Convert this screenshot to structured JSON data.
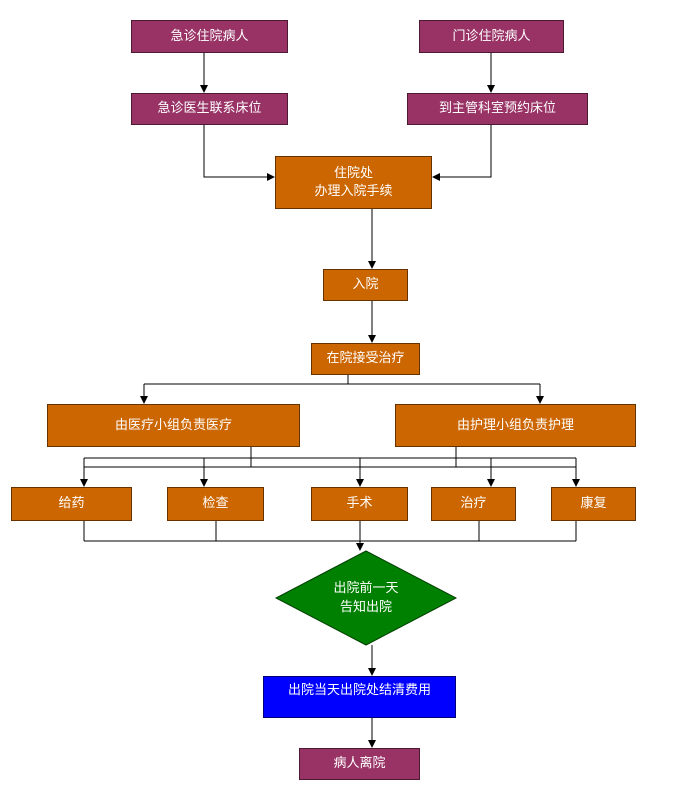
{
  "nodes": {
    "er_patient": "急诊住院病人",
    "op_patient": "门诊住院病人",
    "er_doctor_bed": "急诊医生联系床位",
    "dept_reserve_bed": "到主管科室预约床位",
    "admission_office_line1": "住院处",
    "admission_office_line2": "办理入院手续",
    "admitted": "入院",
    "treatment_in_hospital": "在院接受治疗",
    "medical_team": "由医疗小组负责医疗",
    "nursing_team": "由护理小组负责护理",
    "medication": "给药",
    "examination": "检查",
    "surgery": "手术",
    "therapy": "治疗",
    "rehabilitation": "康复",
    "discharge_notice_line1": "出院前一天",
    "discharge_notice_line2": "告知出院",
    "settle_fees": "出院当天出院处结清费用",
    "patient_leaves": "病人离院"
  },
  "colors": {
    "purple": "#993366",
    "orange": "#cc6600",
    "green": "#008000",
    "blue": "#0000ff",
    "line": "#000000"
  }
}
